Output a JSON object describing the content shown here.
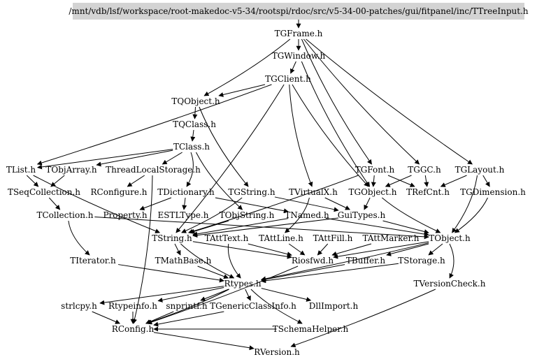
{
  "root": "/mnt/vdb/lsf/workspace/root-makedoc-v5-34/rootspi/rdoc/src/v5-34-00-patches/gui/fitpanel/inc/TTreeInput.h",
  "nodes": {
    "TGFrame": "TGFrame.h",
    "TGWindow": "TGWindow.h",
    "TGClient": "TGClient.h",
    "TQObject": "TQObject.h",
    "TQClass": "TQClass.h",
    "TClass": "TClass.h",
    "TList": "TList.h",
    "TObjArray": "TObjArray.h",
    "ThreadLocalStorage": "ThreadLocalStorage.h",
    "TGFont": "TGFont.h",
    "TGGC": "TGGC.h",
    "TGLayout": "TGLayout.h",
    "TSeqCollection": "TSeqCollection.h",
    "RConfigure": "RConfigure.h",
    "TDictionary": "TDictionary.h",
    "TGString": "TGString.h",
    "TVirtualX": "TVirtualX.h",
    "TGObject": "TGObject.h",
    "TRefCnt": "TRefCnt.h",
    "TGDimension": "TGDimension.h",
    "TCollection": "TCollection.h",
    "Property": "Property.h",
    "ESTLType": "ESTLType.h",
    "TObjString": "TObjString.h",
    "TNamed": "TNamed.h",
    "GuiTypes": "GuiTypes.h",
    "TString": "TString.h",
    "TAttText": "TAttText.h",
    "TAttLine": "TAttLine.h",
    "TAttFill": "TAttFill.h",
    "TAttMarker": "TAttMarker.h",
    "TObject": "TObject.h",
    "TIterator": "TIterator.h",
    "TMathBase": "TMathBase.h",
    "Riosfwd": "Riosfwd.h",
    "TBuffer": "TBuffer.h",
    "TStorage": "TStorage.h",
    "Rtypes": "Rtypes.h",
    "TVersionCheck": "TVersionCheck.h",
    "strlcpy": "strlcpy.h",
    "Rtypeinfo": "Rtypeinfo.h",
    "snprintf": "snprintf.h",
    "TGenericClassInfo": "TGenericClassInfo.h",
    "DllImport": "DllImport.h",
    "RConfig": "RConfig.h",
    "TSchemaHelper": "TSchemaHelper.h",
    "RVersion": "RVersion.h"
  },
  "edges": [
    [
      "root",
      "TGFrame"
    ],
    [
      "TGFrame",
      "TGWindow"
    ],
    [
      "TGFrame",
      "TQObject"
    ],
    [
      "TGFrame",
      "TGFont"
    ],
    [
      "TGFrame",
      "TGGC"
    ],
    [
      "TGFrame",
      "TGLayout"
    ],
    [
      "TGWindow",
      "TGClient"
    ],
    [
      "TGWindow",
      "TGObject"
    ],
    [
      "TGClient",
      "TQObject"
    ],
    [
      "TGClient",
      "TList"
    ],
    [
      "TGClient",
      "TVirtualX"
    ],
    [
      "TGClient",
      "TGObject"
    ],
    [
      "TGClient",
      "TString"
    ],
    [
      "TQObject",
      "TQClass"
    ],
    [
      "TQObject",
      "TGString"
    ],
    [
      "TQClass",
      "TClass"
    ],
    [
      "TClass",
      "TList"
    ],
    [
      "TClass",
      "TObjArray"
    ],
    [
      "TClass",
      "ThreadLocalStorage"
    ],
    [
      "TClass",
      "TDictionary"
    ],
    [
      "TClass",
      "TObjString"
    ],
    [
      "TList",
      "TSeqCollection"
    ],
    [
      "TList",
      "TString"
    ],
    [
      "TObjArray",
      "TSeqCollection"
    ],
    [
      "ThreadLocalStorage",
      "RConfigure"
    ],
    [
      "ThreadLocalStorage",
      "RConfig"
    ],
    [
      "TGFont",
      "TGObject"
    ],
    [
      "TGFont",
      "TRefCnt"
    ],
    [
      "TGFont",
      "TString"
    ],
    [
      "TGGC",
      "TRefCnt"
    ],
    [
      "TGGC",
      "TGObject"
    ],
    [
      "TGLayout",
      "TGDimension"
    ],
    [
      "TGLayout",
      "TRefCnt"
    ],
    [
      "TGLayout",
      "TObject"
    ],
    [
      "TSeqCollection",
      "TCollection"
    ],
    [
      "TDictionary",
      "Property"
    ],
    [
      "TDictionary",
      "ESTLType"
    ],
    [
      "TDictionary",
      "TNamed"
    ],
    [
      "TGString",
      "TString"
    ],
    [
      "TGString",
      "GuiTypes"
    ],
    [
      "TVirtualX",
      "TAttLine"
    ],
    [
      "TVirtualX",
      "GuiTypes"
    ],
    [
      "TGObject",
      "TObject"
    ],
    [
      "TGObject",
      "GuiTypes"
    ],
    [
      "TGDimension",
      "TObject"
    ],
    [
      "TCollection",
      "TIterator"
    ],
    [
      "TCollection",
      "TObject"
    ],
    [
      "TObjString",
      "TString"
    ],
    [
      "TNamed",
      "TString"
    ],
    [
      "TNamed",
      "TObject"
    ],
    [
      "GuiTypes",
      "TObject"
    ],
    [
      "GuiTypes",
      "TString"
    ],
    [
      "TString",
      "TMathBase"
    ],
    [
      "TString",
      "Rtypes"
    ],
    [
      "TString",
      "Riosfwd"
    ],
    [
      "TAttText",
      "Rtypes"
    ],
    [
      "TAttText",
      "Riosfwd"
    ],
    [
      "TAttLine",
      "Riosfwd"
    ],
    [
      "TAttFill",
      "Riosfwd"
    ],
    [
      "TAttMarker",
      "Riosfwd"
    ],
    [
      "TObject",
      "TBuffer"
    ],
    [
      "TObject",
      "TStorage"
    ],
    [
      "TObject",
      "TVersionCheck"
    ],
    [
      "TObject",
      "Riosfwd"
    ],
    [
      "TObject",
      "Rtypes"
    ],
    [
      "TIterator",
      "Rtypes"
    ],
    [
      "TMathBase",
      "Rtypes"
    ],
    [
      "TBuffer",
      "Rtypes"
    ],
    [
      "TStorage",
      "Rtypes"
    ],
    [
      "TVersionCheck",
      "RVersion"
    ],
    [
      "Rtypes",
      "strlcpy"
    ],
    [
      "Rtypes",
      "Rtypeinfo"
    ],
    [
      "Rtypes",
      "snprintf"
    ],
    [
      "Rtypes",
      "TGenericClassInfo"
    ],
    [
      "Rtypes",
      "DllImport"
    ],
    [
      "Rtypes",
      "RConfig"
    ],
    [
      "Rtypes",
      "TSchemaHelper"
    ],
    [
      "strlcpy",
      "RConfig"
    ],
    [
      "Rtypeinfo",
      "RConfig"
    ],
    [
      "snprintf",
      "RConfig"
    ],
    [
      "TGenericClassInfo",
      "RConfig"
    ],
    [
      "TSchemaHelper",
      "RConfig"
    ],
    [
      "Riosfwd",
      "RConfig"
    ],
    [
      "RConfig",
      "RVersion"
    ]
  ]
}
